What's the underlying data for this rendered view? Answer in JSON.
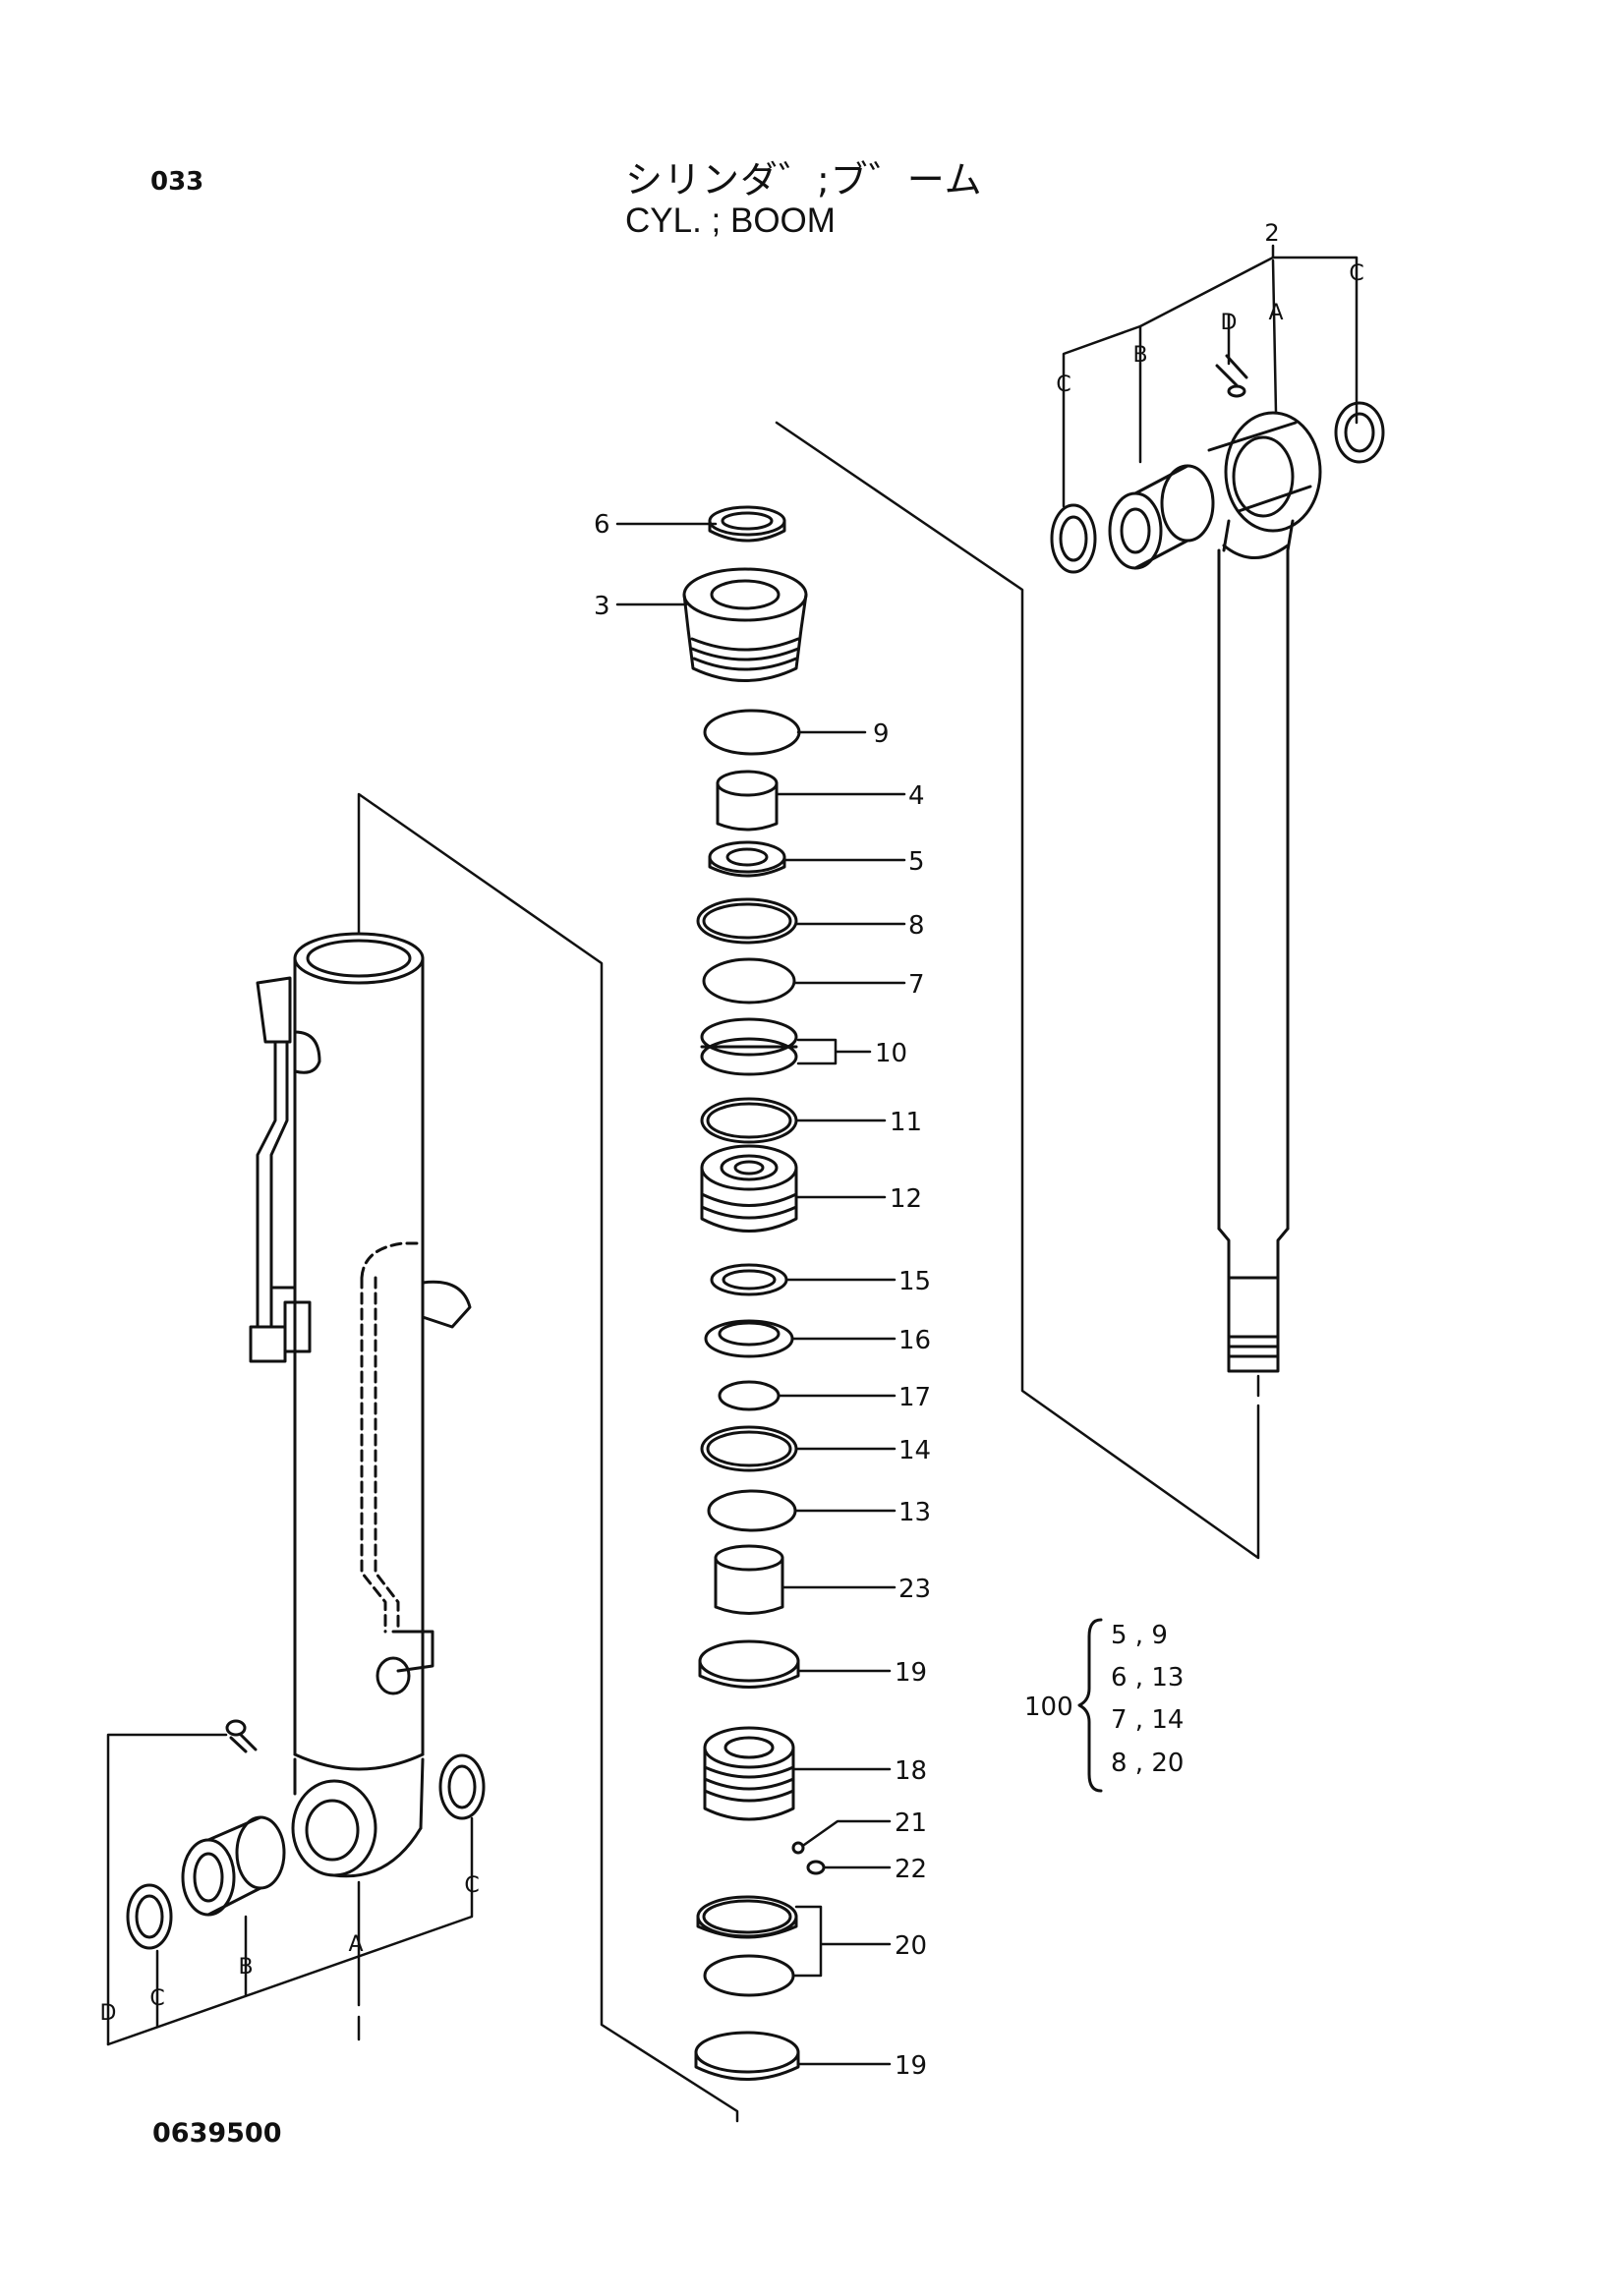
{
  "header": {
    "page_number": "033",
    "title_jp": "シリンダ゛;ブ゛ーム",
    "title_en": "CYL. ; BOOM"
  },
  "footer": {
    "drawing_code": "0639500"
  },
  "parts": {
    "p2": "2",
    "p3": "3",
    "p4": "4",
    "p5": "5",
    "p6": "6",
    "p7": "7",
    "p8": "8",
    "p9": "9",
    "p10": "10",
    "p11": "11",
    "p12": "12",
    "p13": "13",
    "p14": "14",
    "p15": "15",
    "p16": "16",
    "p17": "17",
    "p18": "18",
    "p19a": "19",
    "p19b": "19",
    "p20": "20",
    "p21": "21",
    "p22": "22",
    "p23": "23"
  },
  "kit": {
    "number": "100",
    "rows": [
      "5 , 9",
      "6 , 13",
      "7 , 14",
      "8 , 20"
    ]
  },
  "letters": {
    "rod_A": "A",
    "rod_B": "B",
    "rod_C_left": "C",
    "rod_C_right": "C",
    "rod_D": "D",
    "tube_A": "A",
    "tube_B": "B",
    "tube_C_left": "C",
    "tube_C_right": "C",
    "tube_D": "D"
  }
}
